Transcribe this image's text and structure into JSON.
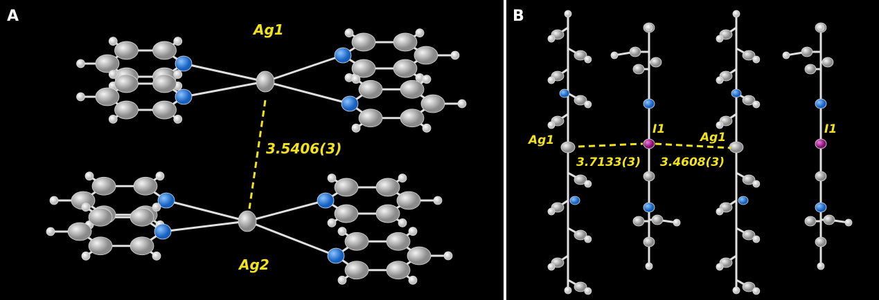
{
  "panels": [
    {
      "letter": "A",
      "labels": {
        "ag_top": "Ag1",
        "ag_bottom": "Ag2",
        "distance": "3.5406(3)"
      }
    },
    {
      "letter": "B",
      "labels": {
        "ag_left": "Ag1",
        "i_left": "I1",
        "ag_right": "Ag1",
        "i_right": "I1",
        "dist_left": "3.7133(3)",
        "dist_right": "3.4608(3)"
      }
    }
  ],
  "colors": {
    "background": "#000000",
    "carbon": "#b8b8b8",
    "nitrogen": "#2a7fd8",
    "iodine": "#b0209a",
    "hydrogen": "#f0f0f0",
    "bond": "#e8e8e8",
    "label": "#f2e21a"
  }
}
